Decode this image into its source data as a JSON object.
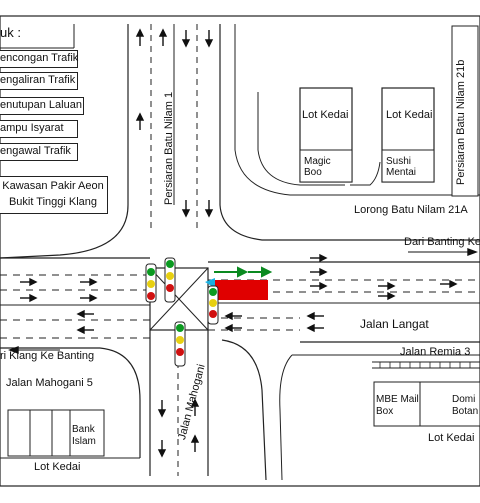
{
  "legend": {
    "title": "uk :",
    "items": [
      "encongan Trafik",
      "engaliran Trafik",
      "enutupan Laluan",
      "ampu Isyarat",
      "engawal Trafik"
    ]
  },
  "places": {
    "parking_line1": "Kawasan Pakir Aeon",
    "parking_line2": "Bukit Tinggi Klang",
    "lot_kedai": "Lot Kedai",
    "magic_line1": "Magic",
    "magic_line2": "Boo",
    "sushi_line1": "Sushi",
    "sushi_line2": "Mentai",
    "mbe_line1": "MBE Mail",
    "mbe_line2": "Box",
    "domino_line1": "Domi",
    "domino_line2": "Botan",
    "bank_line1": "Bank",
    "bank_line2": "Islam"
  },
  "roads": {
    "lorong_batu_nilam_21a": "Lorong Batu Nilam 21A",
    "dari_banting": "Dari Banting Ke",
    "jalan_langat": "Jalan Langat",
    "jalan_remia_3": "Jalan Remia 3",
    "dari_klang_ke_banting": "ri Klang Ke Banting",
    "jalan_mahogani_5": "Jalan Mahogani 5",
    "persiaran_batu_nilam_1": "Persiaran Batu Nilam 1",
    "persiaran_batu_nilam_21b": "Persiaran Batu Nilam 21b",
    "jalan_mahogani": "Jalan Mahogani"
  },
  "colors": {
    "closure": "#e00000",
    "diversion_arrow": "#0a8a20",
    "cone": "#1ab0e0",
    "signal_green": "#0a9a20",
    "signal_yellow": "#e8d010",
    "signal_red": "#d01010"
  }
}
